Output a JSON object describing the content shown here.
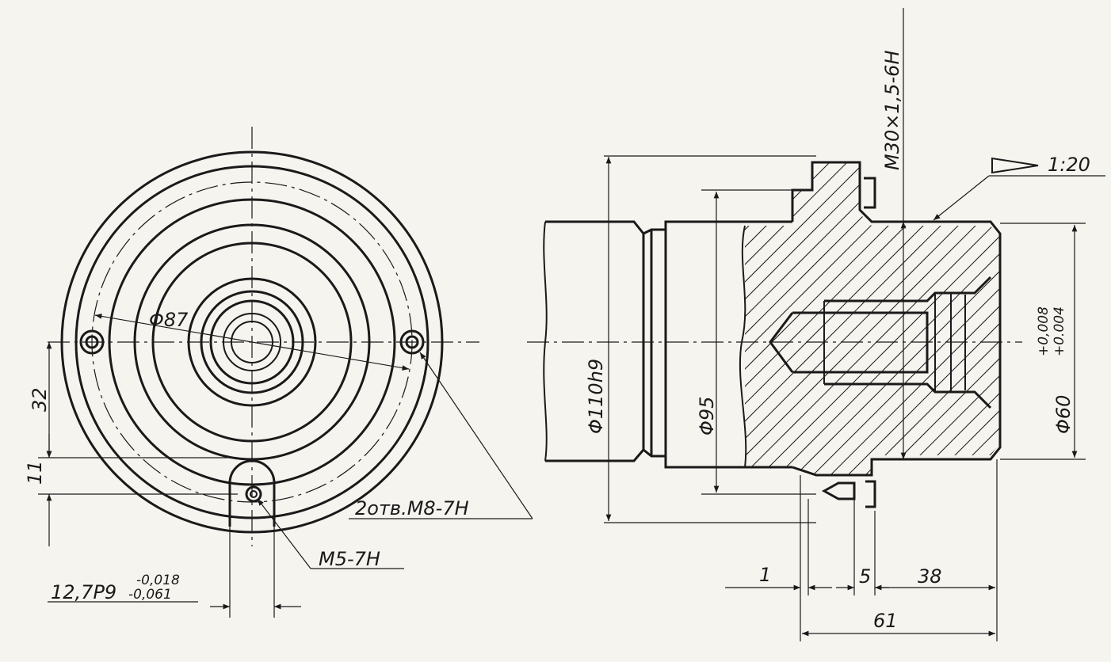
{
  "annotations": {
    "thread_top": "M30×1,5-6H",
    "taper": "1:20",
    "dia_60": "Φ60",
    "tol_60_upper": "+0,008",
    "tol_60_lower": "+0.004",
    "dia_110": "Φ110h9",
    "dia_95": "Φ95",
    "dia_87": "Φ87",
    "holes_m8": "2отв.М8-7Н",
    "hole_m5": "М5-7Н",
    "dim_32": "32",
    "dim_11": "11",
    "slot_width": "12,7P9",
    "slot_tol_upper": "-0,018",
    "slot_tol_lower": "-0,061",
    "dim_1": "1",
    "dim_5": "5",
    "dim_38": "38",
    "dim_61": "61"
  },
  "colors": {
    "paper": "#f6f4ef",
    "ink": "#1a1a1a"
  }
}
